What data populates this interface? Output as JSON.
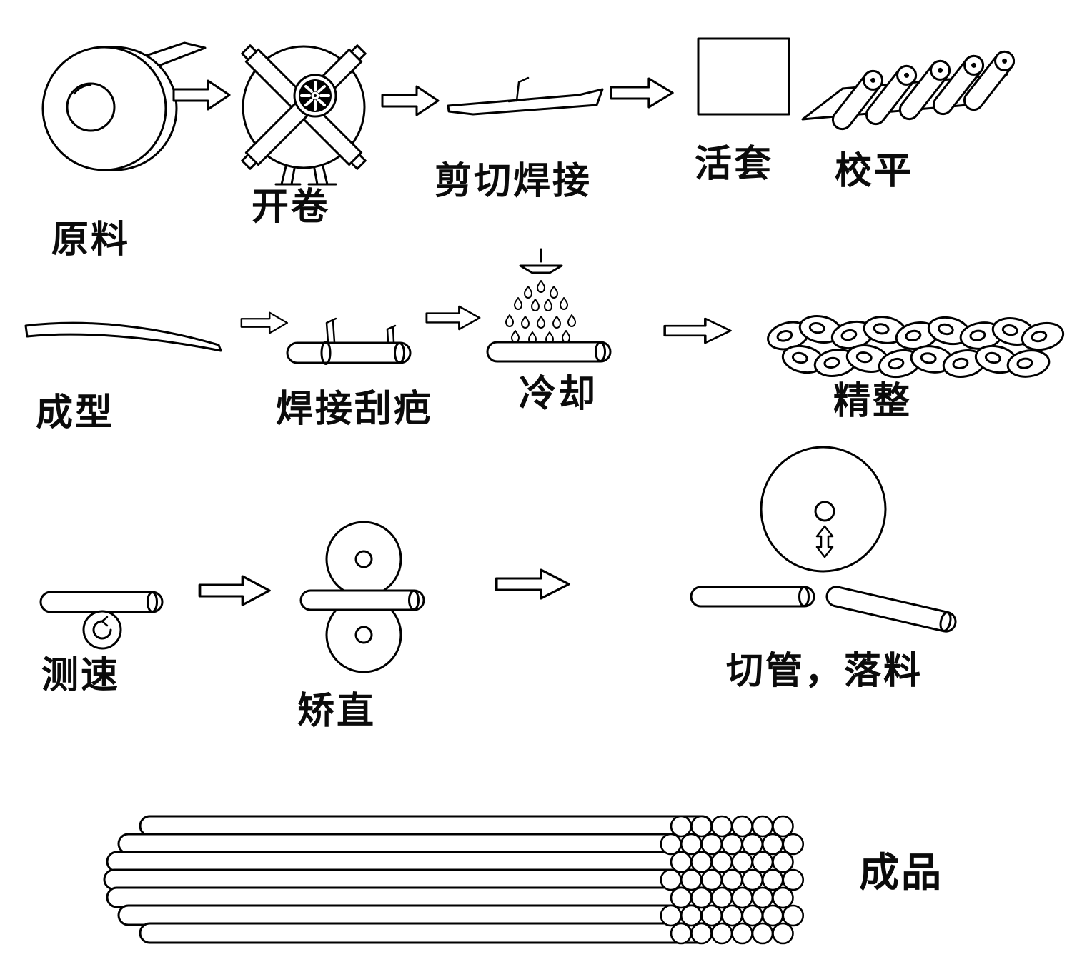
{
  "labels": {
    "raw_material": "原料",
    "uncoiling": "开卷",
    "shear_weld": "剪切焊接",
    "looper": "活套",
    "leveling": "校平",
    "forming": "成型",
    "weld_scraping": "焊接刮疤",
    "cooling": "冷却",
    "finishing": "精整",
    "speed_measuring": "测速",
    "straightening": "矫直",
    "cut_pipe_blanking": "切管，落料",
    "finished_product": "成品"
  },
  "icons": {
    "raw_material": "steel-coil-icon",
    "uncoiling": "uncoiler-wheel-icon",
    "shear_weld": "sheared-strip-icon",
    "looper": "looper-box-icon",
    "leveling": "leveler-rollers-icon",
    "forming": "formed-strip-icon",
    "weld_scraping": "tube-with-scraper-icon",
    "cooling": "shower-over-tube-icon",
    "finishing": "finishing-rolls-icon",
    "speed_measuring": "tube-with-speed-wheel-icon",
    "straightening": "two-roll-straightener-icon",
    "cut_pipe_blanking": "cutting-disc-with-tubes-icon",
    "finished_product": "pipe-bundle-icon",
    "flow": "right-arrow-icon"
  },
  "colors": {
    "line": "#000000",
    "background": "#ffffff"
  }
}
